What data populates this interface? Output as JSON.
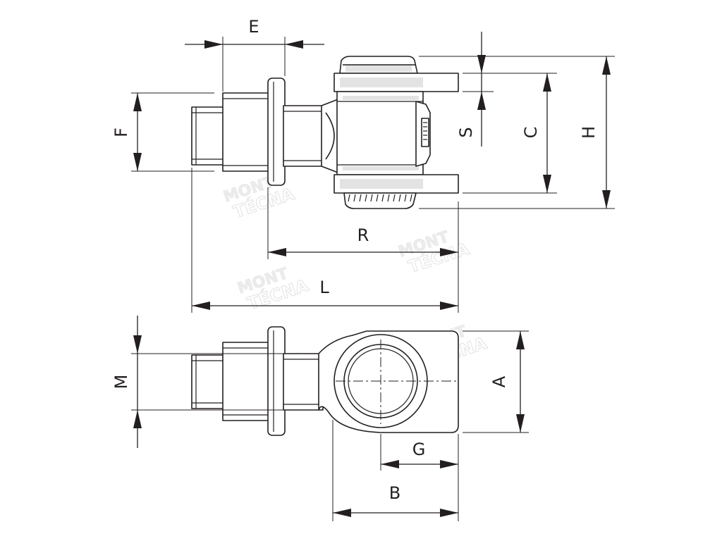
{
  "dimension_labels": {
    "E": "E",
    "F": "F",
    "S": "S",
    "C": "C",
    "H": "H",
    "R": "R",
    "L": "L",
    "M": "M",
    "A": "A",
    "G": "G",
    "B": "B"
  },
  "watermark": {
    "line1": "MONT",
    "line2": "TÉCNA"
  },
  "colors": {
    "line": "#231f20",
    "shading": "#e3e3e3",
    "watermark": "#ececec",
    "background": "#ffffff"
  }
}
